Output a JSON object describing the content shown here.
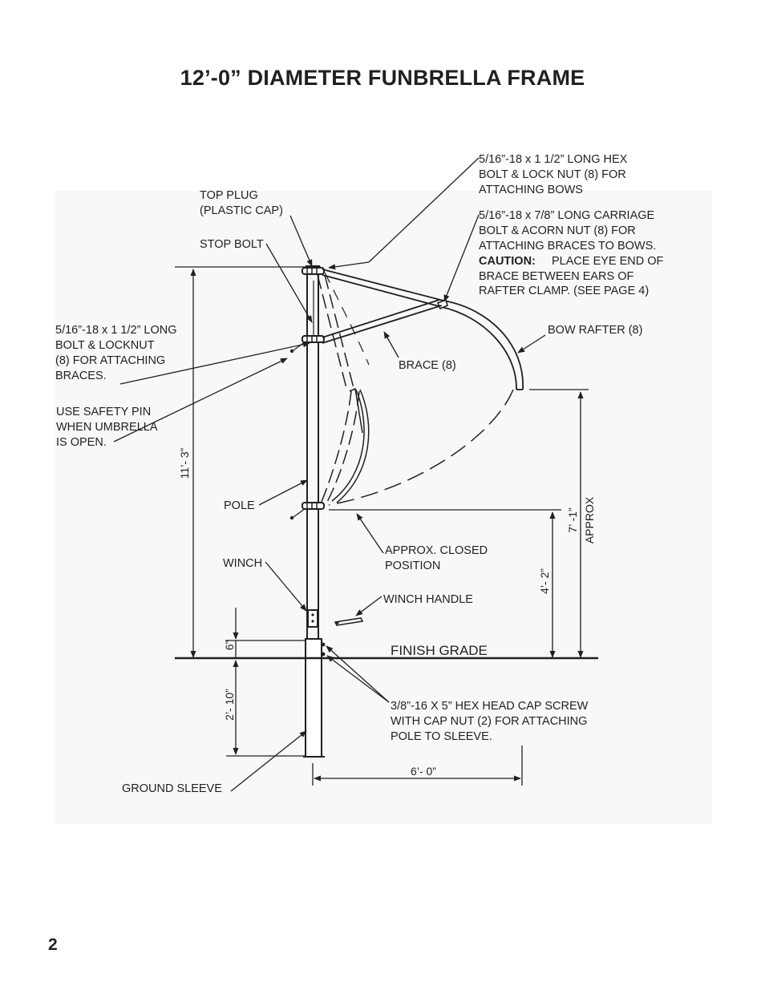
{
  "title": "12’-0” DIAMETER FUNBRELLA FRAME",
  "page_number": "2",
  "labels": {
    "hex_bolt_bows": [
      "5/16”-18 x 1 1/2” LONG HEX",
      "BOLT & LOCK NUT (8) FOR",
      "ATTACHING BOWS"
    ],
    "carriage_bolt": [
      "5/16”-18 x 7/8”  LONG CARRIAGE",
      "BOLT & ACORN NUT (8) FOR",
      "ATTACHING BRACES TO BOWS."
    ],
    "caution_label": "CAUTION:",
    "caution_text": [
      "PLACE EYE END OF",
      "BRACE BETWEEN EARS OF",
      "RAFTER CLAMP.  (SEE PAGE 4)"
    ],
    "top_plug": [
      "TOP PLUG",
      "(PLASTIC CAP)"
    ],
    "stop_bolt": "STOP BOLT",
    "bolt_locknut": [
      "5/16”-18 x 1 1/2”  LONG",
      "BOLT & LOCKNUT",
      "(8) FOR ATTACHING",
      "BRACES."
    ],
    "bow_rafter": "BOW RAFTER (8)",
    "brace": "BRACE (8)",
    "safety_pin": [
      "USE SAFETY PIN",
      "WHEN UMBRELLA",
      "IS OPEN."
    ],
    "pole": "POLE",
    "approx_closed": [
      "APPROX. CLOSED",
      "POSITION"
    ],
    "winch": "WINCH",
    "winch_handle": "WINCH HANDLE",
    "finish_grade": "FINISH GRADE",
    "cap_screw": [
      "3/8”-16 X 5” HEX HEAD CAP SCREW",
      "WITH CAP NUT (2) FOR ATTACHING",
      "POLE TO SLEEVE."
    ],
    "ground_sleeve": "GROUND SLEEVE"
  },
  "dimensions": {
    "overall_height": "11’- 3”",
    "above_grade": "6”",
    "sleeve_depth": "2’- 10”",
    "closed_height": "4’- 2”",
    "open_height": "7’ -1”",
    "approx": "APPROX",
    "radius": "6’- 0”"
  }
}
